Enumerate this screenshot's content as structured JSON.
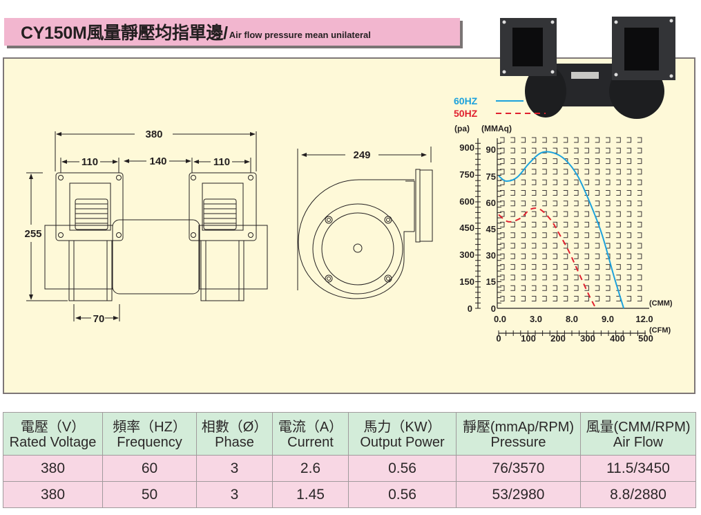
{
  "header": {
    "title": "CY150M風量靜壓均指單邊/",
    "subtitle": "Air flow pressure mean unilateral",
    "bg_color": "#f2b6cf"
  },
  "drawing": {
    "front_view": {
      "overall_width": "380",
      "left_flange": "110",
      "center_gap": "140",
      "right_flange": "110",
      "height": "255",
      "outlet_width": "70"
    },
    "side_view": {
      "depth": "249"
    }
  },
  "legend": {
    "items": [
      {
        "label": "60HZ",
        "color": "#1ba1dc",
        "style": "solid"
      },
      {
        "label": "50HZ",
        "color": "#e0202e",
        "style": "dashed"
      }
    ]
  },
  "chart_data": {
    "type": "line",
    "title": "",
    "xlabel": "(CMM)",
    "xlabel_secondary": "(CFM)",
    "ylabel": "(pa)",
    "ylabel_secondary": "(MMAq)",
    "x_tick_labels": [
      "0.0",
      "3.0",
      "8.0",
      "9.0",
      "12.0"
    ],
    "x2_tick_labels": [
      "0",
      "100",
      "200",
      "300",
      "400",
      "500"
    ],
    "y_tick_labels_pa": [
      "0",
      "150",
      "300",
      "450",
      "600",
      "750",
      "900"
    ],
    "y_tick_labels_mmaq": [
      "0",
      "15",
      "30",
      "45",
      "60",
      "75",
      "90"
    ],
    "xlim": [
      0,
      12
    ],
    "ylim": [
      0,
      95
    ],
    "grid": true,
    "legend_position": "top-left",
    "series": [
      {
        "name": "60HZ",
        "color": "#1ba1dc",
        "style": "solid",
        "x": [
          0.0,
          0.6,
          1.5,
          2.5,
          3.5,
          4.5,
          5.5,
          6.5,
          7.5,
          8.5,
          9.5,
          10.3
        ],
        "y": [
          75,
          72,
          74,
          82,
          88,
          88,
          84,
          75,
          60,
          42,
          18,
          0
        ]
      },
      {
        "name": "50HZ",
        "color": "#e0202e",
        "style": "dashed",
        "x": [
          0.0,
          0.8,
          1.8,
          2.6,
          3.4,
          4.3,
          5.0,
          5.8,
          6.6,
          7.4,
          8.0
        ],
        "y": [
          53,
          49,
          51,
          56,
          56,
          50,
          42,
          32,
          20,
          8,
          0
        ]
      }
    ]
  },
  "spec_table": {
    "headers": [
      {
        "zh": "電壓（V）",
        "en": "Rated Voltage"
      },
      {
        "zh": "頻率（HZ）",
        "en": "Frequency"
      },
      {
        "zh": "相數（Ø）",
        "en": "Phase"
      },
      {
        "zh": "電流（A）",
        "en": "Current"
      },
      {
        "zh": "馬力（KW）",
        "en": "Output Power"
      },
      {
        "zh": "靜壓(mmAp/RPM)",
        "en": "Pressure"
      },
      {
        "zh": "風量(CMM/RPM)",
        "en": "Air Flow"
      }
    ],
    "rows": [
      [
        "380",
        "60",
        "3",
        "2.6",
        "0.56",
        "76/3570",
        "11.5/3450"
      ],
      [
        "380",
        "50",
        "3",
        "1.45",
        "0.56",
        "53/2980",
        "8.8/2880"
      ]
    ],
    "header_bg": "#d3ecd9",
    "row_bg": "#f8d7e4"
  }
}
